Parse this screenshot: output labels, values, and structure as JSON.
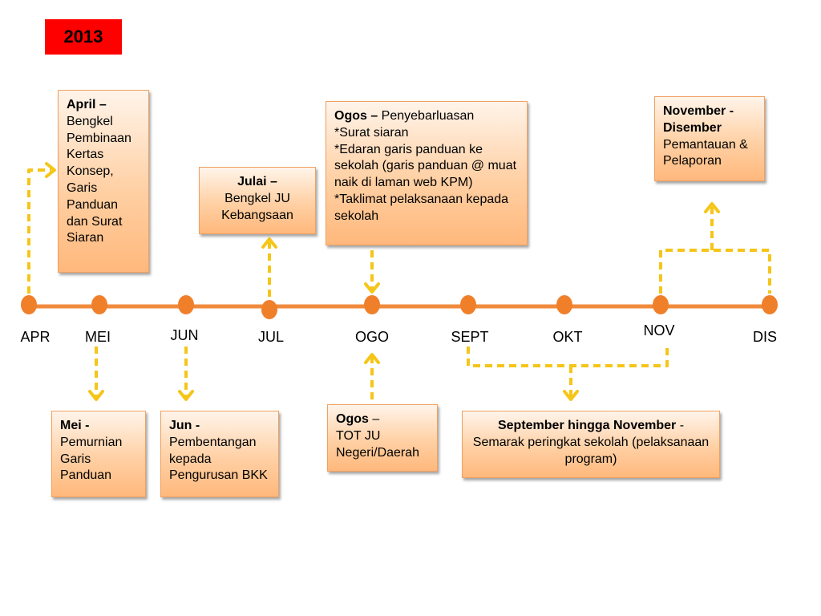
{
  "year": "2013",
  "months": [
    {
      "label": "APR"
    },
    {
      "label": "MEI"
    },
    {
      "label": "JUN"
    },
    {
      "label": "JUL"
    },
    {
      "label": "OGO"
    },
    {
      "label": "SEPT"
    },
    {
      "label": "OKT"
    },
    {
      "label": "NOV"
    },
    {
      "label": "DIS"
    }
  ],
  "boxes": {
    "april": {
      "title": "April –",
      "text": "Bengkel Pembinaan Kertas Konsep, Garis Panduan dan Surat Siaran"
    },
    "julai": {
      "title": "Julai –",
      "text": "Bengkel JU Kebangsaan"
    },
    "ogos_top": {
      "title": "Ogos –",
      "text": " Penyebarluasan",
      "lines": [
        "*Surat siaran",
        "*Edaran garis panduan ke sekolah (garis panduan @ muat naik di laman web KPM)",
        "*Taklimat pelaksanaan kepada sekolah"
      ]
    },
    "nov_dis": {
      "title": "November - Disember",
      "text": "Pemantauan & Pelaporan"
    },
    "mei": {
      "title": "Mei -",
      "text": "Pemurnian Garis Panduan"
    },
    "jun": {
      "title": "Jun -",
      "text": "Pembentangan kepada Pengurusan BKK"
    },
    "ogos_bottom": {
      "title": "Ogos",
      "sep": " –",
      "text": "TOT JU Negeri/Daerah"
    },
    "sept_nov": {
      "title": "September hingga November",
      "sep": " -",
      "text": "Semarak peringkat sekolah (pelaksanaan program)"
    }
  },
  "colors": {
    "timeline": "#f08a3c",
    "dot": "#f07f2a",
    "arrow": "#f5c518",
    "year_bg": "#ff0000"
  }
}
